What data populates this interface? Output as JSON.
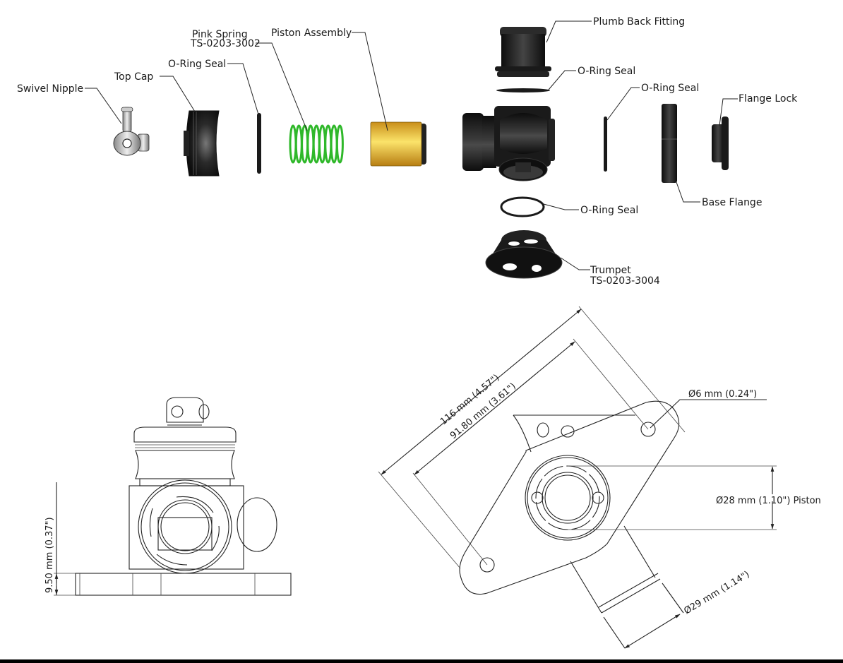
{
  "title": "Blow-off valve exploded view and dimensions",
  "exploded_view": {
    "labels": {
      "swivel_nipple": "Swivel Nipple",
      "top_cap": "Top Cap",
      "oring_1": "O-Ring Seal",
      "pink_spring_name": "Pink Spring",
      "pink_spring_part": "TS-0203-3002",
      "piston_assembly": "Piston Assembly",
      "plumb_back_fitting": "Plumb Back Fitting",
      "oring_2": "O-Ring Seal",
      "oring_3": "O-Ring Seal",
      "flange_lock": "Flange Lock",
      "base_flange": "Base Flange",
      "oring_4": "O-Ring Seal",
      "trumpet_name": "Trumpet",
      "trumpet_part": "TS-0203-3004"
    },
    "colors": {
      "spring": "#2fb82a",
      "piston": "#e8b83a",
      "dark_part": "#1e1e1e"
    }
  },
  "front_view": {
    "height_dim": "9.50 mm (0.37\")"
  },
  "top_view": {
    "overall_length": "116 mm (4.57\")",
    "hole_spacing": "91.80 mm (3.61\")",
    "hole_diameter": "Ø6 mm (0.24\")",
    "piston_diameter": "Ø28 mm (1.10\") Piston",
    "outlet_diameter": "Ø29 mm (1.14\")"
  }
}
